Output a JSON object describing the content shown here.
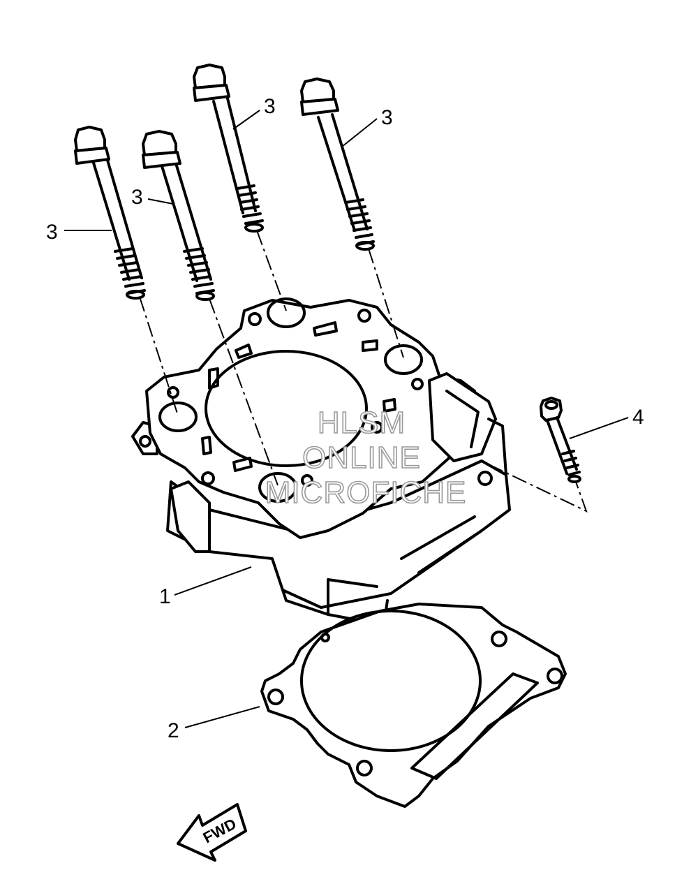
{
  "callouts": {
    "cylinder": "1",
    "gasket": "2",
    "bolt_a": "3",
    "bolt_b": "3",
    "bolt_c": "3",
    "bolt_d": "3",
    "small_bolt": "4"
  },
  "watermark": {
    "line1": "HLSM",
    "line2": "ONLINE",
    "line3": "MICROFICHE"
  },
  "fwd_label": "FWD"
}
